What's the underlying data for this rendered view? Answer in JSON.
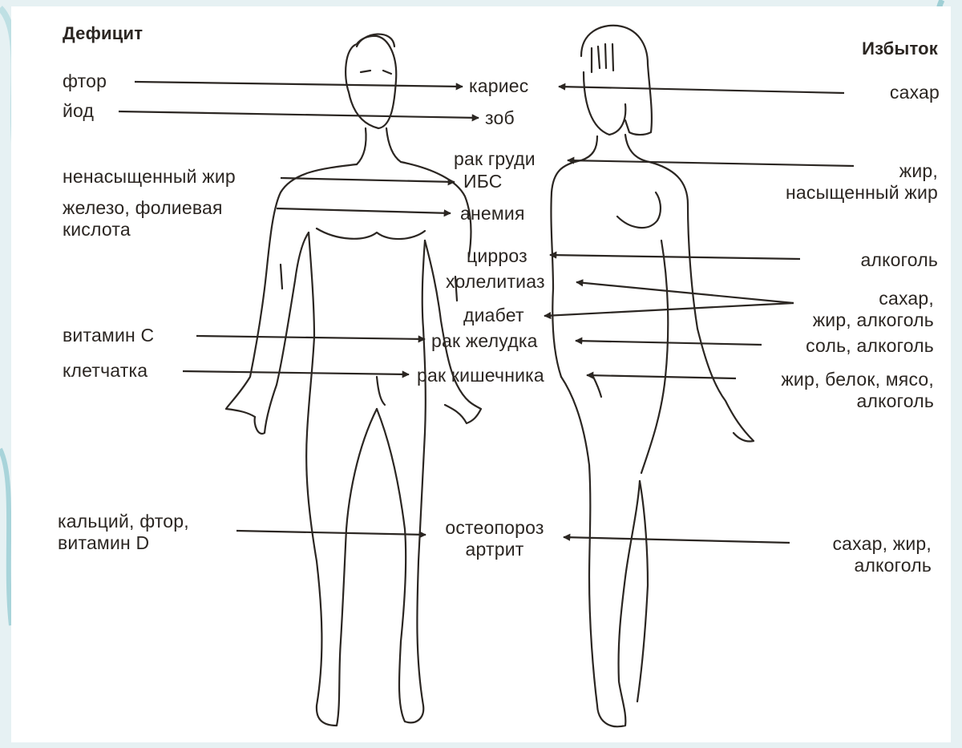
{
  "headers": {
    "deficit": "Дефицит",
    "excess": "Избыток"
  },
  "deficit_items": [
    "фтор",
    "йод",
    "ненасыщенный жир",
    "железо, фолиевая\nкислота",
    "витамин С",
    "клетчатка",
    "кальций, фтор,\nвитамин D"
  ],
  "diseases": [
    "кариес",
    "зоб",
    "рак груди",
    "ИБС",
    "анемия",
    "цирроз",
    "холелитиаз",
    "диабет",
    "рак желудка",
    "рак кишечника",
    "остеопороз\nартрит"
  ],
  "excess_items": [
    "сахар",
    "жир,\nнасыщенный жир",
    "алкоголь",
    "сахар,\nжир, алкоголь",
    "соль, алкоголь",
    "жир, белок, мясо,\nалкоголь",
    "сахар, жир,\nалкоголь"
  ],
  "colors": {
    "ink": "#2b2622",
    "background": "#e6f1f3",
    "paper": "#ffffff"
  }
}
